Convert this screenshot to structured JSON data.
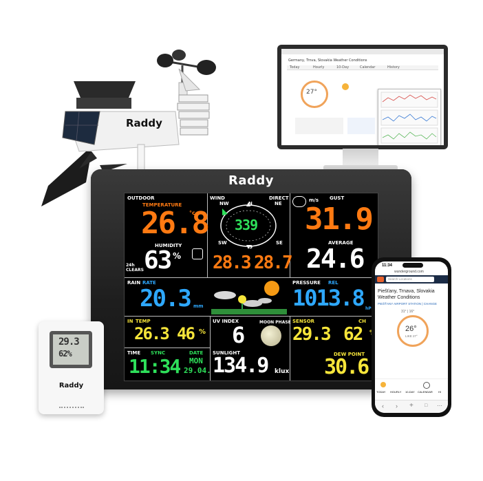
{
  "sensor_array": {
    "brand": "Raddy"
  },
  "console": {
    "brand": "Raddy",
    "outdoor": {
      "label": "OUTDOOR",
      "temp_label": "TEMPERATURE",
      "temp": "26.8",
      "temp_unit": "°c",
      "humidity_label": "HUMIDITY",
      "humidity": "63",
      "humidity_unit": "%",
      "forecast_label": "24h CLEARS"
    },
    "wind": {
      "label": "WIND",
      "direct_label": "DIRECT",
      "direction_value": "339",
      "unit": "m/s",
      "gust_label": "GUST",
      "gust": "31.9",
      "average_label": "AVERAGE",
      "average": "24.6",
      "compass": {
        "n": "N",
        "nw": "NW",
        "ne": "NE",
        "sw": "SW",
        "s": "S",
        "se": "SE"
      },
      "feels_left": "28.3",
      "feels_right": "28.7"
    },
    "rain": {
      "label": "RAIN",
      "rate_label": "RATE",
      "value": "20.3",
      "unit": "mm"
    },
    "pressure": {
      "label": "PRESSURE",
      "rel_label": "REL",
      "value": "1013.8",
      "unit": "hPa"
    },
    "indoor": {
      "label": "IN",
      "temp_label": "TEMP",
      "temp": "26.3",
      "humidity": "46",
      "humidity_unit": "%"
    },
    "time": {
      "label": "TIME",
      "sync_label": "SYNC",
      "date_label": "DATE",
      "value": "11:34",
      "day": "MON",
      "date": "29.04."
    },
    "uv": {
      "label": "UV INDEX",
      "value": "6",
      "moon_label": "MOON PHASE"
    },
    "sunlight": {
      "label": "SUNLIGHT",
      "value": "134.9",
      "unit": "klux"
    },
    "sensor": {
      "label": "SENSOR",
      "ch_label": "CH",
      "temp": "29.3",
      "humidity": "62",
      "humidity_unit": "%",
      "dew_label": "DEW POINT",
      "dew": "30.6"
    }
  },
  "monitor": {
    "title": "Germany, Trnva, Slovakia Weather Conditions",
    "temp": "27°",
    "tabs": [
      "Today",
      "Hourly",
      "10-Day",
      "Calendar",
      "History"
    ]
  },
  "phone": {
    "time": "11:34",
    "url": "wunderground.com",
    "search_placeholder": "Search Locations",
    "location": "Piešťany, Trnava, Slovakia",
    "subtitle": "Weather Conditions",
    "station": "PIEŠŤANY AIRPORT STATION | CHANGE",
    "temp": "26°",
    "hi_lo": "31° | 16°",
    "like": "LIKE 27°",
    "tabs": [
      "TODAY",
      "HOURLY",
      "10-DAY",
      "CALENDAR",
      "HI"
    ]
  },
  "indoor_sensor": {
    "brand": "Raddy",
    "temp": "29.3",
    "humidity": "62%"
  },
  "colors": {
    "orange": "#ff7a12",
    "green": "#2ee05a",
    "blue": "#2ea8ff",
    "yellow": "#f6e53a",
    "white": "#ffffff"
  }
}
